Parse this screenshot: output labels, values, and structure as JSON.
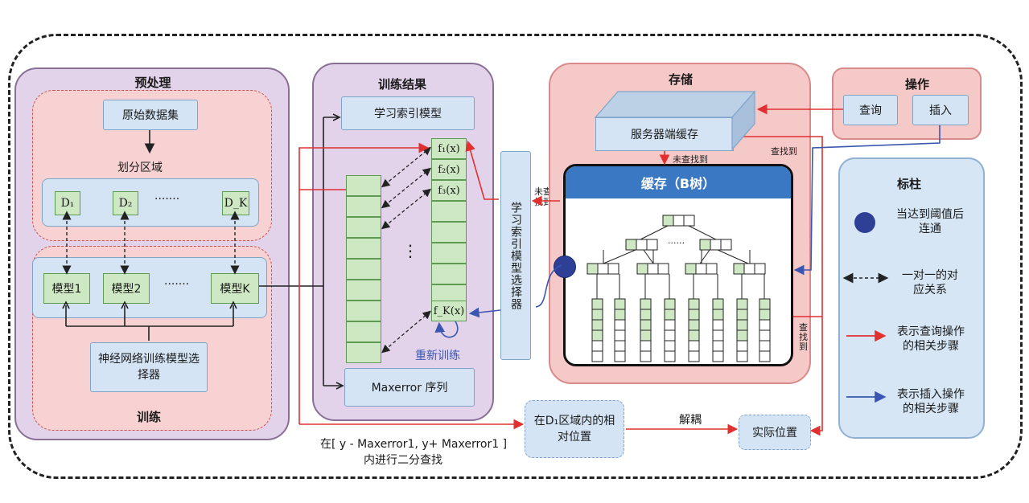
{
  "preprocess": {
    "title": "预处理",
    "raw_dataset": "原始数据集",
    "partition": "划分区域",
    "regions": [
      "D₁",
      "D₂",
      "D_K"
    ],
    "dots": "·······",
    "models": [
      "模型1",
      "模型2",
      "模型K"
    ],
    "model_dots": "·······",
    "nn_selector": "神经网络训练模型选择器",
    "train_label": "训练"
  },
  "results": {
    "title": "训练结果",
    "learned_index": "学习索引模型",
    "f_labels": [
      "f₁(x)",
      "f₂(x)",
      "f₃(x)",
      "f_K(x)"
    ],
    "vdots": "⋮",
    "retrain": "重新训练",
    "maxerror": "Maxerror 序列"
  },
  "selector": {
    "label": "学习索引模型选择器",
    "not_found": "未查找到"
  },
  "storage": {
    "title": "存储",
    "server_cache": "服务器端缓存",
    "not_found": "未查找到",
    "found": "查找到",
    "btree_title": "缓存（B树）",
    "tree_dots": "······",
    "found_side": "查找到"
  },
  "ops": {
    "title": "操作",
    "query": "查询",
    "insert": "插入"
  },
  "legend": {
    "title": "标柱",
    "item1": "当达到阈值后连通",
    "item2": "一对一的对应关系",
    "item3": "表示查询操作的相关步骤",
    "item4": "表示插入操作的相关步骤"
  },
  "bottom": {
    "search_range_line1": "在[ y - Maxerror1, y+ Maxerror1 ]",
    "search_range_line2": "内进行二分查找",
    "relative_pos": "在D₁区域内的相对位置",
    "decouple": "解耦",
    "actual_pos": "实际位置"
  },
  "colors": {
    "query_arrow": "#e03030",
    "insert_arrow": "#3a56b0",
    "btree_header": "#3a78c4"
  }
}
